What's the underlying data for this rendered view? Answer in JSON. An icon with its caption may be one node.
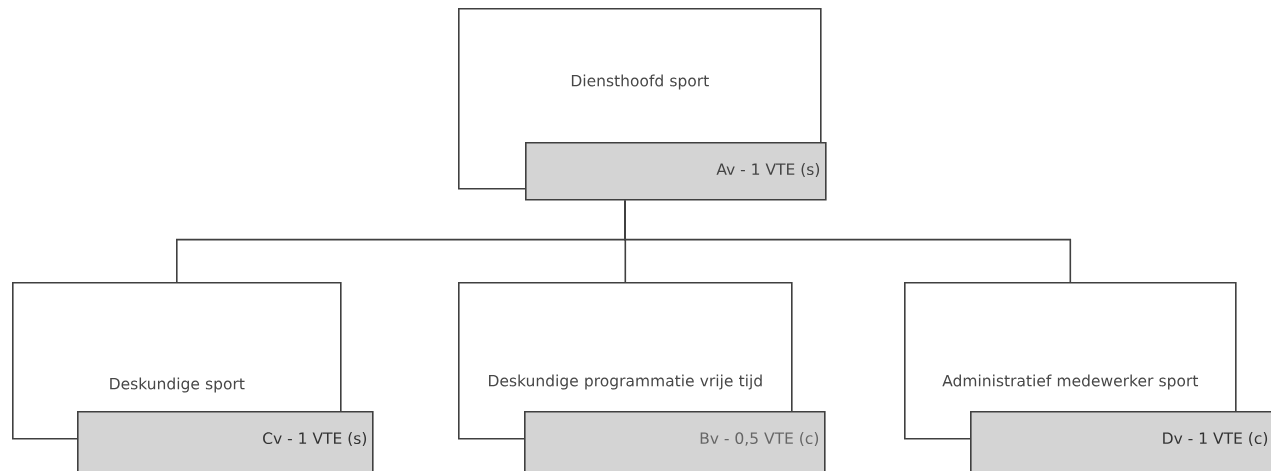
{
  "diagram": {
    "nodes": [
      {
        "text": [
          "Diensthoofd sport"
        ]
      },
      {
        "text": [
          "Av - 1 VTE (s)"
        ]
      },
      {
        "text": [
          "Deskundige sport"
        ]
      },
      {
        "text": [
          "Cv - 1 VTE (s)"
        ]
      },
      {
        "text": [
          "Deskundige programmatie vrije tijd"
        ]
      },
      {
        "text": [
          "Bv - 0,5 VTE (c)"
        ]
      },
      {
        "text": [
          "Administratief medewerker sport"
        ]
      },
      {
        "text": [
          "Dv - 1 VTE (c)"
        ]
      }
    ],
    "edges": [
      {
        "from": 1,
        "to": 2,
        "arrow": "none"
      },
      {
        "from": 1,
        "to": 4,
        "arrow": "none"
      },
      {
        "from": 1,
        "to": 6,
        "arrow": "none"
      }
    ]
  }
}
